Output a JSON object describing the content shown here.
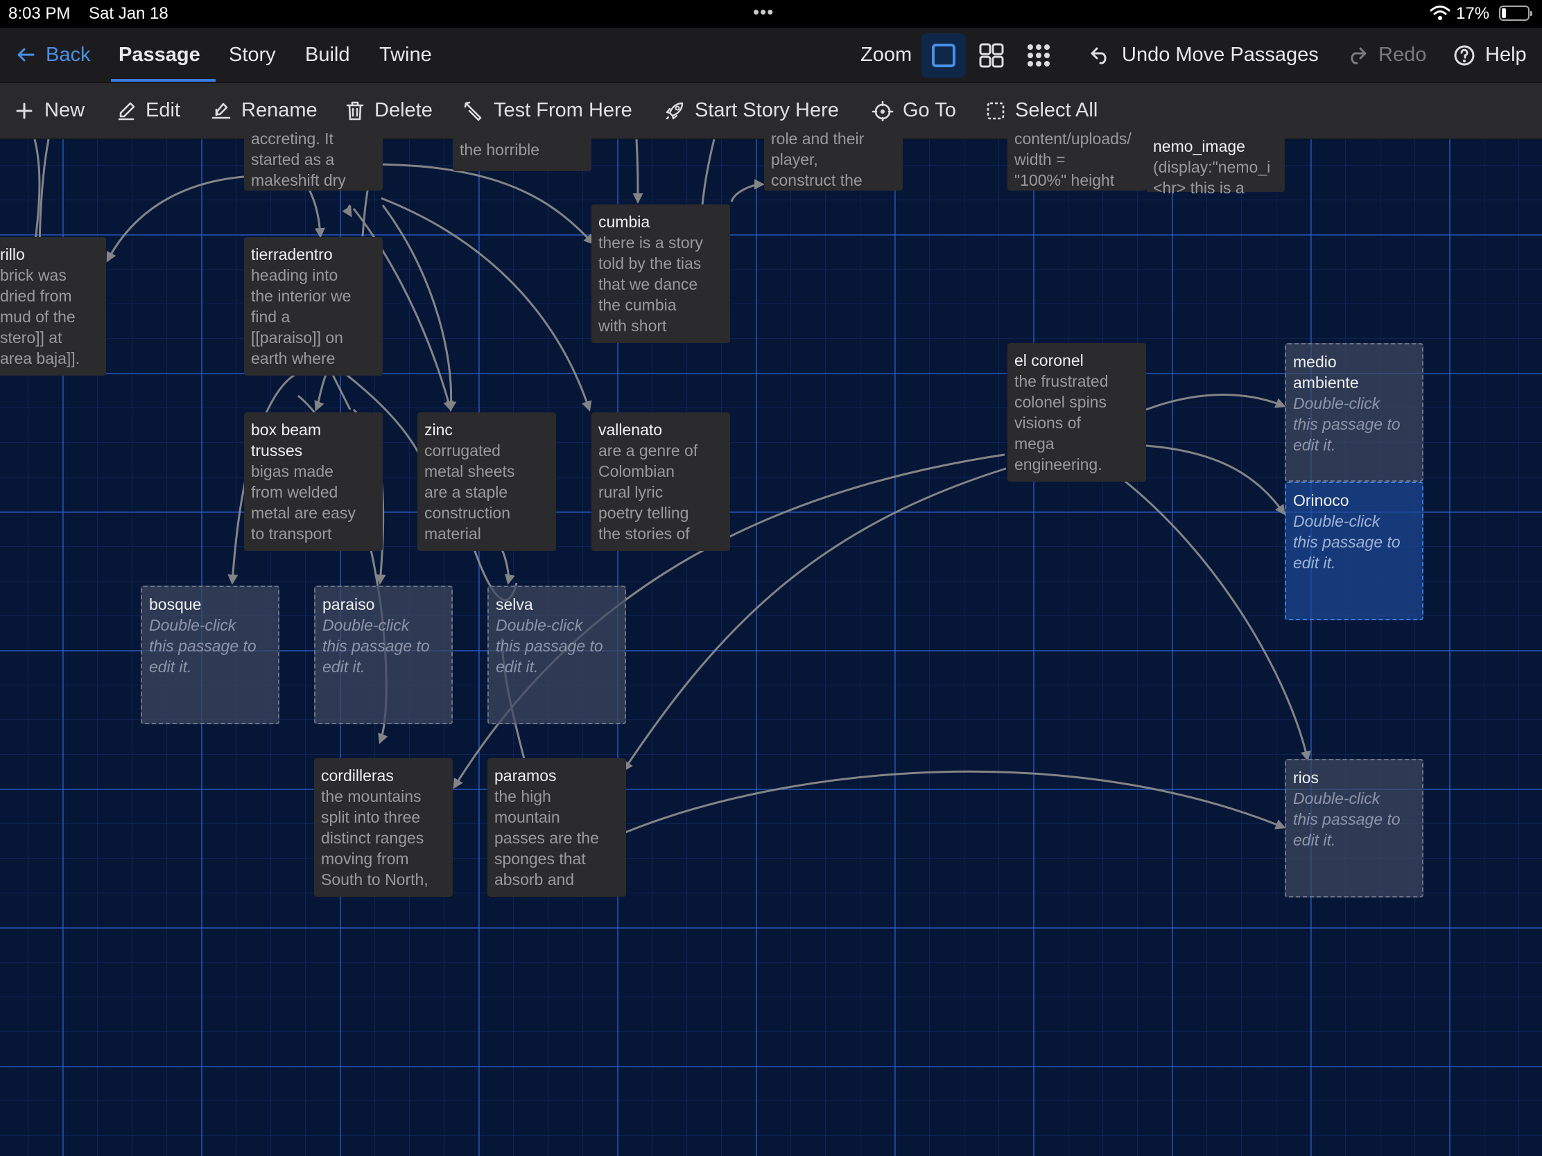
{
  "status_bar": {
    "time": "8:03 PM",
    "date": "Sat Jan 18",
    "battery_percent": "17%",
    "dots": "•••"
  },
  "nav": {
    "back_label": "Back",
    "tabs": [
      {
        "label": "Passage",
        "active": true
      },
      {
        "label": "Story"
      },
      {
        "label": "Build"
      },
      {
        "label": "Twine"
      }
    ],
    "zoom_label": "Zoom",
    "zoom_active_level": "passage-detail",
    "undo_label": "Undo Move Passages",
    "redo_label": "Redo",
    "help_label": "Help"
  },
  "toolbar": {
    "new_label": "New",
    "edit_label": "Edit",
    "rename_label": "Rename",
    "delete_label": "Delete",
    "test_label": "Test From Here",
    "start_label": "Start Story Here",
    "goto_label": "Go To",
    "select_all_label": "Select All"
  },
  "colors": {
    "accent": "#4a90e8",
    "grid": "#1f4fb0",
    "canvas": "#061637",
    "card": "#2b2b2d"
  },
  "passages": {
    "accreting": {
      "title": "",
      "excerpt": "accreting. It\nstarted as a\nmakeshift dry"
    },
    "horrible": {
      "title": "",
      "excerpt": "the horrible"
    },
    "role": {
      "title": "",
      "excerpt": "role and their\nplayer,\nconstruct the"
    },
    "uploads": {
      "title": "",
      "excerpt": "content/uploads/\nwidth =\n\"100%\" height"
    },
    "nemo_image": {
      "title": "nemo_image",
      "excerpt": "(display:\"nemo_i\n<hr> this is a"
    },
    "rillo": {
      "title": "rillo",
      "excerpt": " brick was\ndried from\n mud of the\nstero]] at\narea baja]]."
    },
    "tierradentro": {
      "title": "tierradentro",
      "excerpt": "heading into\nthe interior we\nfind a\n[[paraiso]] on\nearth where"
    },
    "cumbia": {
      "title": "cumbia",
      "excerpt": "there is a story\ntold by the tias\nthat we dance\nthe cumbia\nwith short"
    },
    "el_coronel": {
      "title": "el coronel",
      "excerpt": "the frustrated\ncolonel spins\nvisions of\nmega\nengineering."
    },
    "medio_ambiente": {
      "title": "medio\nambiente",
      "excerpt": "Double-click\nthis passage to\nedit it."
    },
    "orinoco": {
      "title": "Orinoco",
      "excerpt": "Double-click\nthis passage to\nedit it."
    },
    "box_beam": {
      "title": "box beam\ntrusses",
      "excerpt": "bigas made\nfrom welded\nmetal are easy\nto transport"
    },
    "zinc": {
      "title": "zinc",
      "excerpt": "corrugated\nmetal sheets\nare a staple\nconstruction\nmaterial"
    },
    "vallenato": {
      "title": "vallenato",
      "excerpt": "are a genre of\nColombian\nrural lyric\npoetry telling\nthe stories of"
    },
    "bosque": {
      "title": "bosque",
      "excerpt": "Double-click\nthis passage to\nedit it."
    },
    "paraiso": {
      "title": "paraiso",
      "excerpt": "Double-click\nthis passage to\nedit it."
    },
    "selva": {
      "title": "selva",
      "excerpt": "Double-click\nthis passage to\nedit it."
    },
    "cordilleras": {
      "title": "cordilleras",
      "excerpt": "the mountains\nsplit into three\ndistinct ranges\nmoving from\nSouth to North,"
    },
    "paramos": {
      "title": "paramos",
      "excerpt": "the high\nmountain\npasses are the\nsponges that\nabsorb and"
    },
    "rios": {
      "title": "rios",
      "excerpt": "Double-click\nthis passage to\nedit it."
    }
  }
}
